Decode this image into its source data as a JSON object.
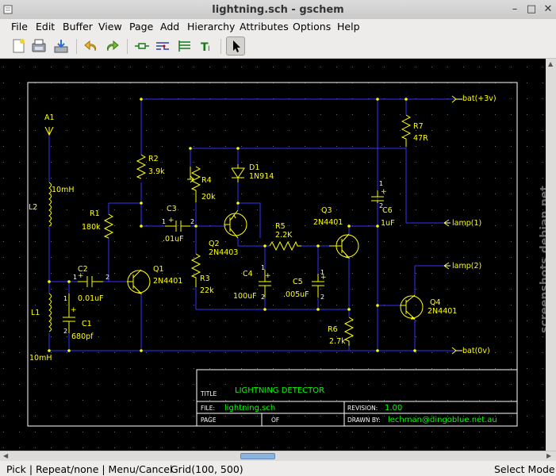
{
  "window": {
    "title": "lightning.sch - gschem",
    "minimize": "–",
    "maximize": "□",
    "close": "✕"
  },
  "menu": [
    "File",
    "Edit",
    "Buffer",
    "View",
    "Page",
    "Add",
    "Hierarchy",
    "Attributes",
    "Options",
    "Help"
  ],
  "toolbar_icons": [
    "new-icon",
    "save-icon",
    "open-icon",
    "undo-icon",
    "redo-icon",
    "add-component-icon",
    "add-net-icon",
    "add-bus-icon",
    "add-text-icon",
    "select-arrow-icon"
  ],
  "colors": {
    "net": "#3232ff",
    "component": "#ffff00",
    "text": "#00ff00",
    "pin": "#ffffff",
    "frame": "#ffffff",
    "canvas": "#000000"
  },
  "schematic": {
    "antenna": "A1",
    "L2": "L2",
    "L2_val": "10mH",
    "L1": "L1",
    "L1_val": "10mH",
    "C1": "C1",
    "C1_val": "680pf",
    "C2": "C2",
    "C2_val": "0.01uF",
    "R1": "R1",
    "R1_val": "180k",
    "R2": "R2",
    "R2_val": "3.9k",
    "C3": "C3",
    "C3_val": ".01uF",
    "R4": "R4",
    "R4_val": "20k",
    "R3": "R3",
    "R3_val": "22k",
    "D1": "D1",
    "D1_val": "1N914",
    "Q1": "Q1",
    "Q1_val": "2N4401",
    "Q2": "Q2",
    "Q2_val": "2N4403",
    "Q3": "Q3",
    "Q3_val": "2N4401",
    "Q4": "Q4",
    "Q4_val": "2N4401",
    "R5": "R5",
    "R5_val": "2.2K",
    "C4": "C4",
    "C4_val": "100uF",
    "C5": "C5",
    "C5_val": ".005uF",
    "R6": "R6",
    "R6_val": "2.7k",
    "C6": "C6",
    "C6_val": "1uF",
    "R7": "R7",
    "R7_val": "47R",
    "port_bat_pos": "bat(+3v)",
    "port_lamp1": "lamp(1)",
    "port_lamp2": "lamp(2)",
    "port_bat_0": "bat(0v)"
  },
  "titleblock": {
    "title_label": "TITLE",
    "title_value": "LIGHTNING DETECTOR",
    "file_label": "FILE:",
    "file_value": "lightning.sch",
    "revision_label": "REVISION:",
    "revision_value": "1.00",
    "page_label": "PAGE",
    "of_label": "OF",
    "drawn_label": "DRAWN BY:",
    "drawn_value": "lechman@dingoblue.net.au"
  },
  "watermark": "screenshots.debian.net",
  "status": {
    "mouse": "Pick | Repeat/none | Menu/Cancel",
    "grid": "Grid(100, 500)",
    "mode": "Select Mode"
  }
}
